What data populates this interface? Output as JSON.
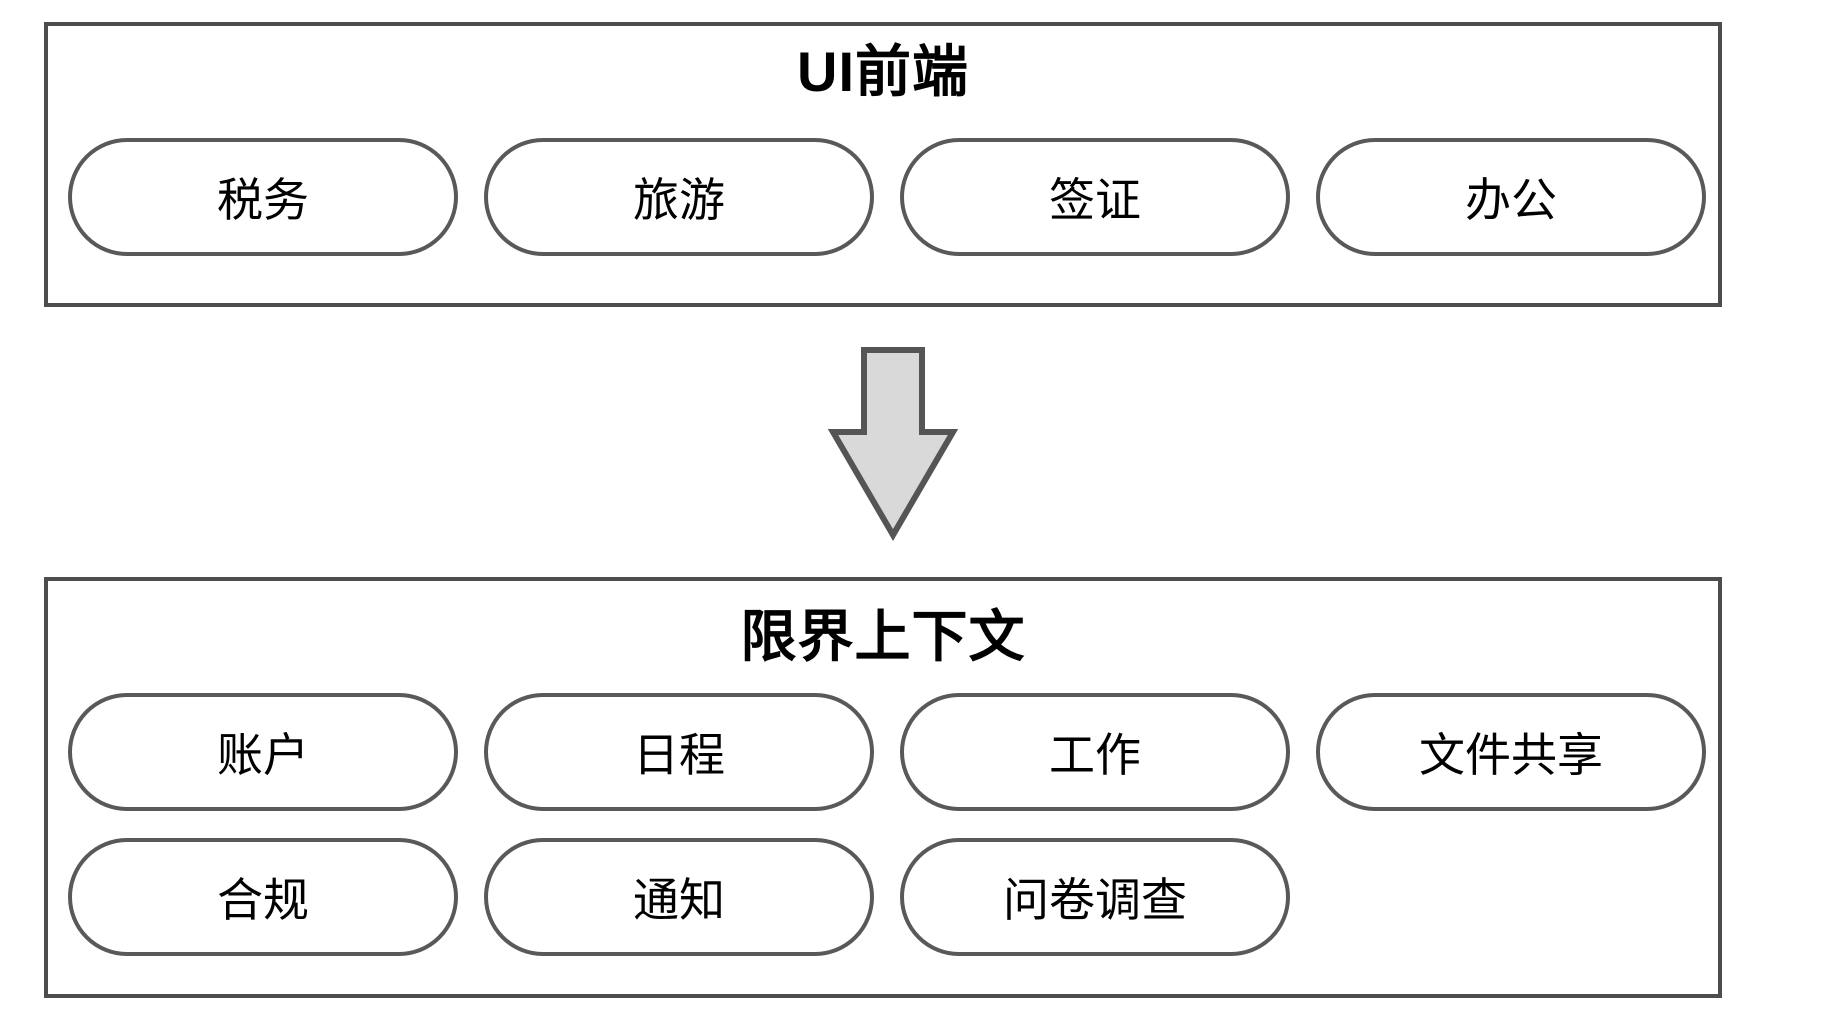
{
  "diagram": {
    "frontend_box": {
      "title": "UI前端",
      "pills": [
        "税务",
        "旅游",
        "签证",
        "办公"
      ]
    },
    "arrow": {
      "name": "down-arrow",
      "direction": "down",
      "fill": "#d9d9d9",
      "stroke": "#555555"
    },
    "bounded_context_box": {
      "title": "限界上下文",
      "pills_row1": [
        "账户",
        "日程",
        "工作",
        "文件共享"
      ],
      "pills_row2": [
        "合规",
        "通知",
        "问卷调查"
      ]
    },
    "colors": {
      "box_border": "#4d4d4d",
      "pill_border": "#595959",
      "text": "#000000",
      "background": "#ffffff"
    }
  }
}
